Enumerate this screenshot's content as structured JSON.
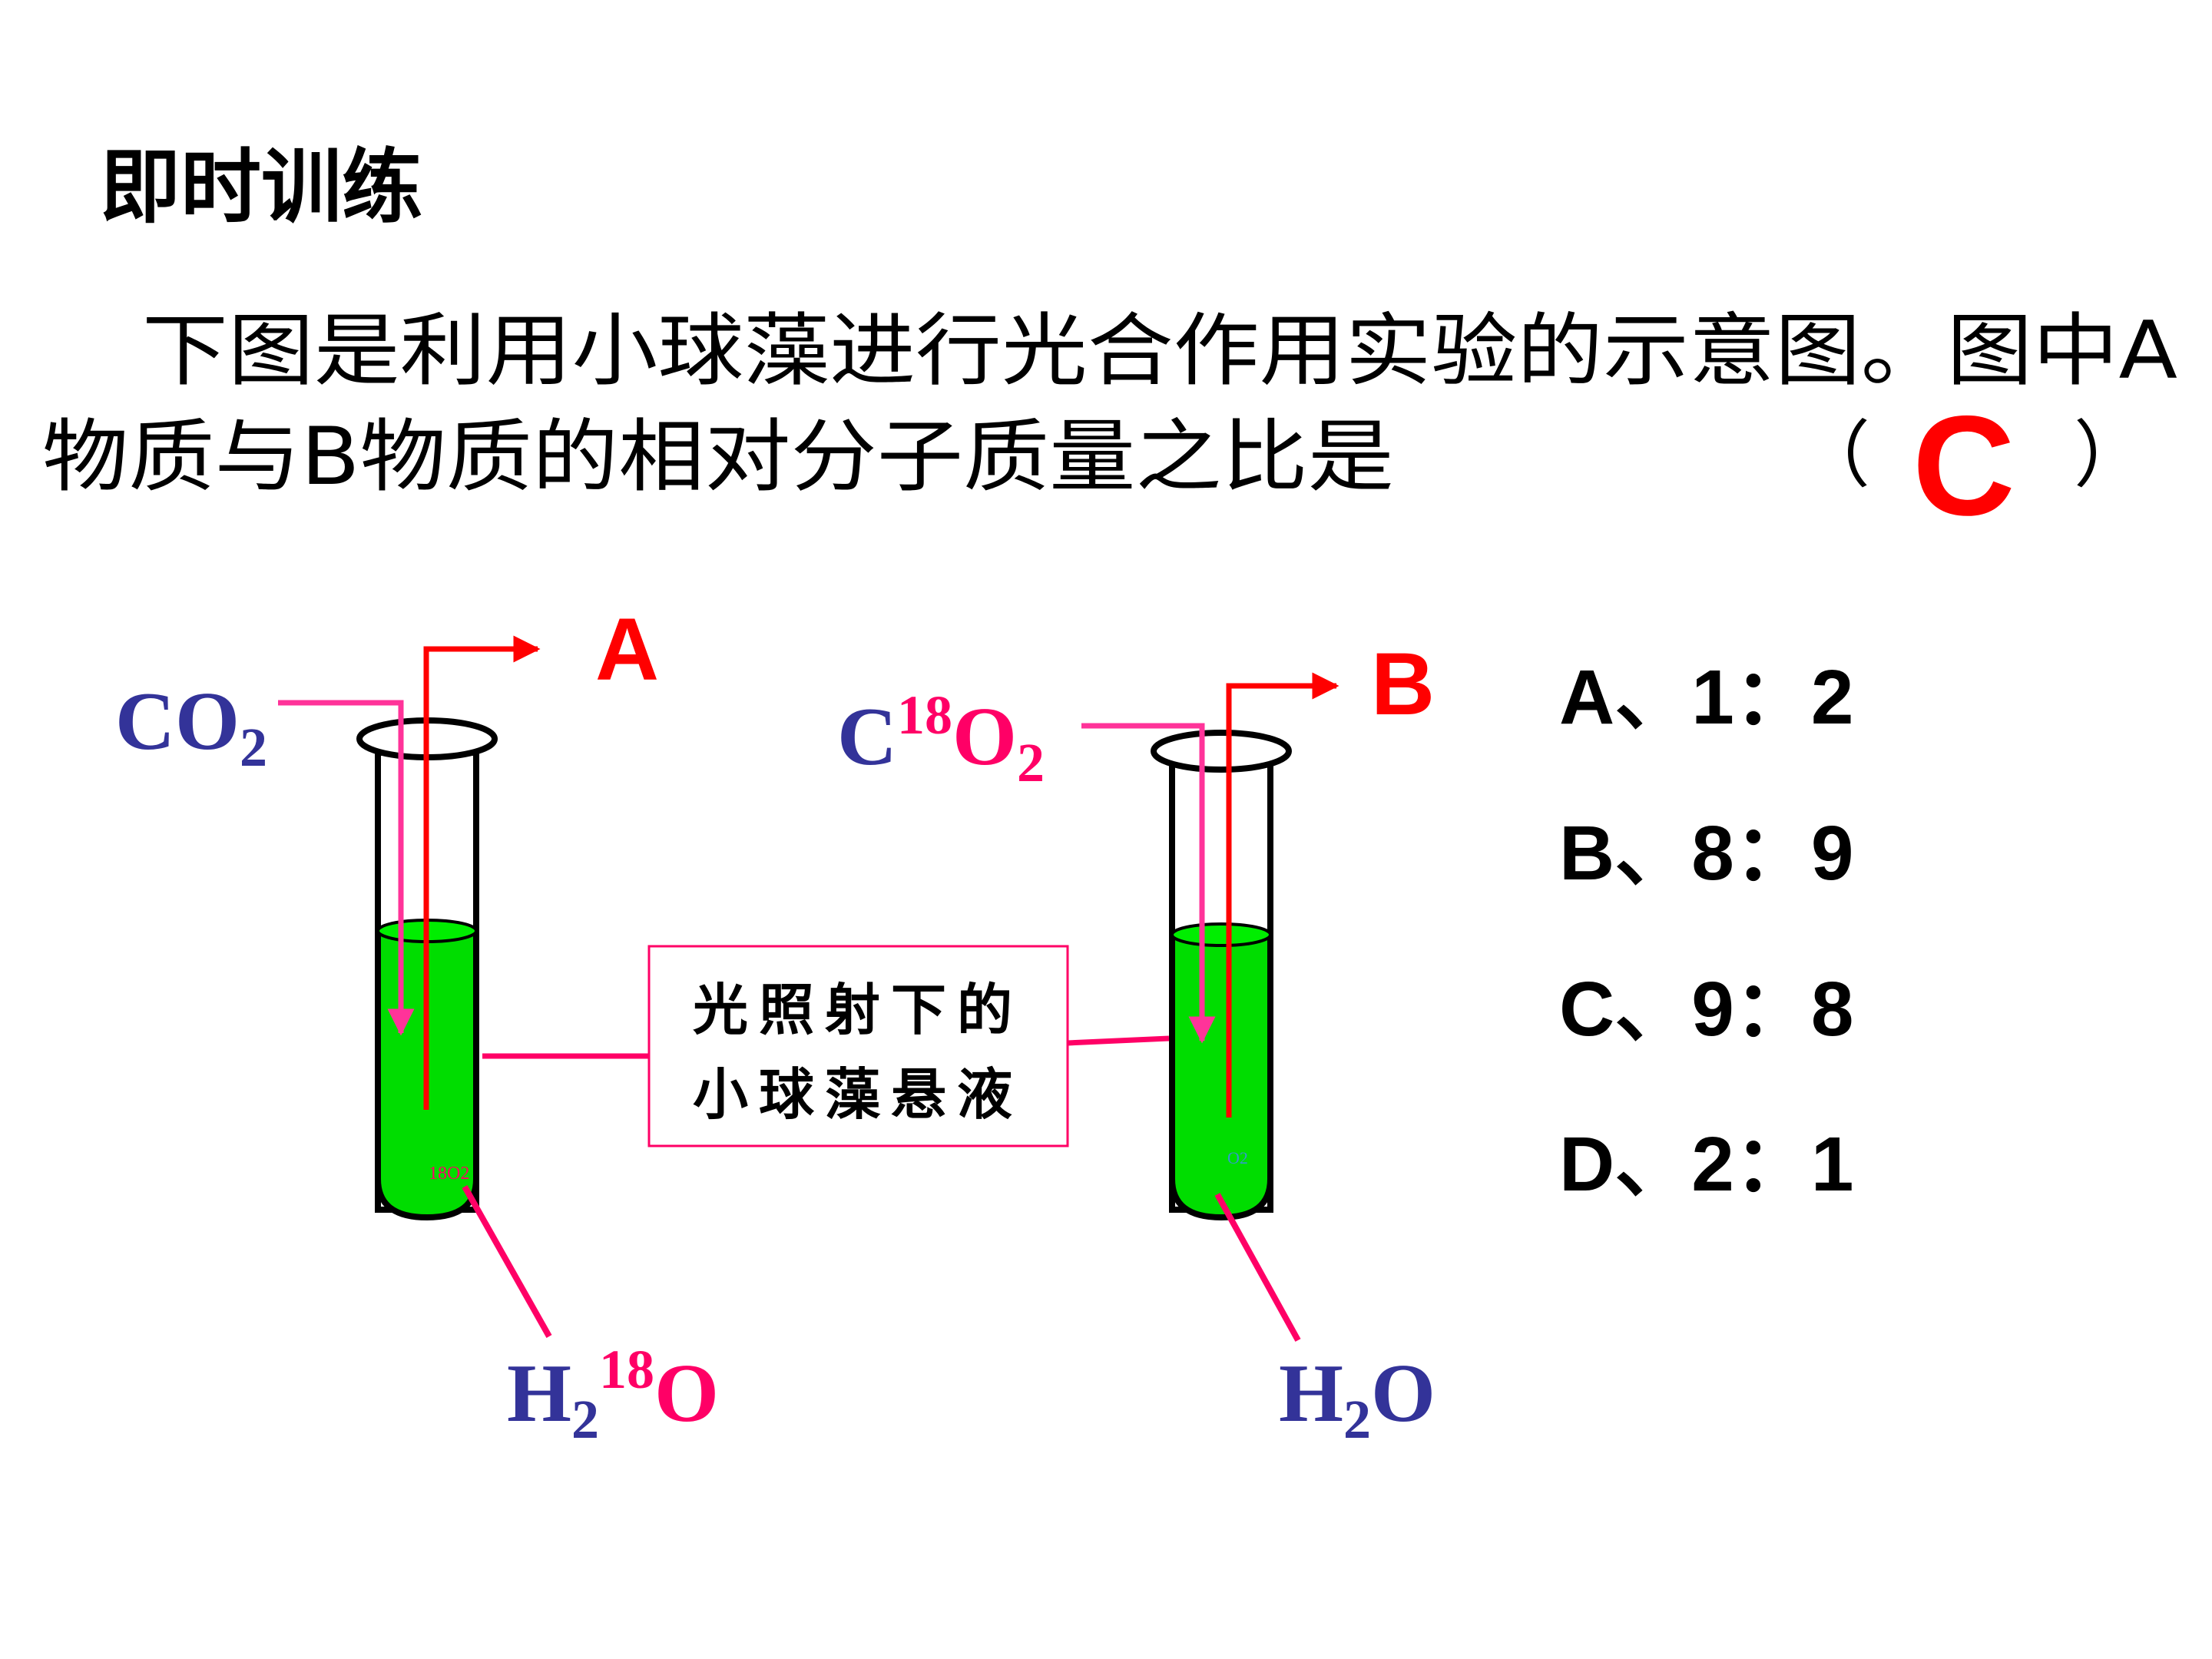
{
  "slide": {
    "heading": "即时训练",
    "question_line1": "下图是利用小球藻进行光合作用实验的示意图。图中A",
    "question_line2": "物质与B物质的相对分子质量之比是",
    "bracket_open": "（",
    "bracket_close": "）",
    "answer": "C"
  },
  "diagram": {
    "label_a": "A",
    "label_b": "B",
    "left_gas": {
      "base": "CO",
      "sub": "2"
    },
    "right_gas": {
      "base": "C",
      "sup": "18",
      "base2": "O",
      "sub": "2"
    },
    "left_water": {
      "base": "H",
      "sub": "2",
      "sup": "18",
      "tail": "O"
    },
    "right_water": {
      "base": "H",
      "sub": "2",
      "tail": "O"
    },
    "left_tube_mark": "18O2",
    "right_tube_mark": "O2",
    "center_label_line1": "光照射下的",
    "center_label_line2": "小球藻悬液"
  },
  "options": [
    {
      "text": "A、1：2"
    },
    {
      "text": "B、8：9"
    },
    {
      "text": "C、9：8"
    },
    {
      "text": "D、2：1"
    }
  ],
  "colors": {
    "title_black": "#000000",
    "answer_red": "#ff0000",
    "formula_blue": "#333399",
    "magenta": "#ff0066",
    "tube_green": "#00dd00",
    "arrow_pink": "#ff3399",
    "arrow_red": "#ff0000"
  }
}
